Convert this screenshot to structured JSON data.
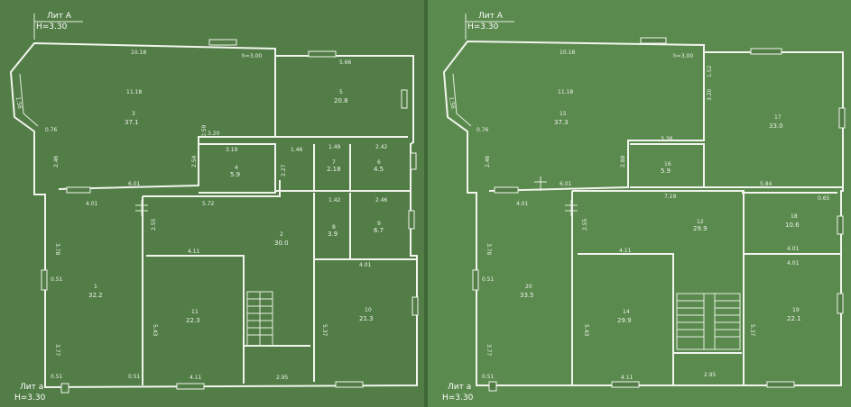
{
  "left_plan": {
    "lit_top": "Лит А",
    "h_top": "H=3.30",
    "lit_bottom": "Лит а",
    "h_bottom": "H=3.30",
    "dims": {
      "d1018": "10.18",
      "h300": "h=3.00",
      "d566": "5.66",
      "d156": "1.56",
      "d076": "0.76",
      "d246": "2.46",
      "d401a": "4.01",
      "d601": "6.01",
      "d320": "3.20",
      "d059": "0.59",
      "d319": "3.19",
      "d254": "2.54",
      "d146": "1.46",
      "d149": "1.49",
      "d242": "2.42",
      "d227": "2.27",
      "d572": "5.72",
      "d255": "2.55",
      "d411a": "4.11",
      "d142": "1.42",
      "d246b": "2.46",
      "d401b": "4.01",
      "d378": "3.78",
      "d051a": "0.51",
      "d377": "3.77",
      "d051b": "0.51",
      "d543": "5.43",
      "d411b": "4.11",
      "d295": "2.95",
      "d537": "5.37",
      "d051c": "0.51",
      "d118": "11.18"
    },
    "rooms": [
      {
        "num": "3",
        "area": "37.1"
      },
      {
        "num": "5",
        "area": "20.8"
      },
      {
        "num": "4",
        "area": "5.9"
      },
      {
        "num": "7",
        "area": "2.18"
      },
      {
        "num": "6",
        "area": "4.5"
      },
      {
        "num": "8",
        "area": "3.9"
      },
      {
        "num": "9",
        "area": "6.7"
      },
      {
        "num": "1",
        "area": "32.2"
      },
      {
        "num": "2",
        "area": "30.0"
      },
      {
        "num": "11",
        "area": "22.3"
      },
      {
        "num": "10",
        "area": "21.3"
      }
    ]
  },
  "right_plan": {
    "lit_top": "Лит А",
    "h_top": "H=3.30",
    "lit_bottom": "Лит а",
    "h_bottom": "H=3.30",
    "dims": {
      "d1018": "10.18",
      "h300": "h=3.00",
      "d1118": "11.18",
      "d076": "0.76",
      "d156": "1.56",
      "d246": "2.46",
      "d401a": "4.01",
      "d601": "6.01",
      "d338": "3.38",
      "d288": "2.88",
      "d584": "5.84",
      "d719": "7.19",
      "d065": "0.65",
      "d255": "2.55",
      "d411a": "4.11",
      "d401b": "4.01",
      "d401c": "4.01",
      "d378": "3.78",
      "d051a": "0.51",
      "d377": "3.77",
      "d051b": "0.51",
      "d543": "5.43",
      "d411b": "4.11",
      "d295": "2.95",
      "d537": "5.37",
      "d320": "3.20",
      "d152": "1.52"
    },
    "rooms": [
      {
        "num": "15",
        "area": "37.3"
      },
      {
        "num": "17",
        "area": "33.0"
      },
      {
        "num": "16",
        "area": "5.9"
      },
      {
        "num": "12",
        "area": "29.9"
      },
      {
        "num": "18",
        "area": "10.6"
      },
      {
        "num": "20",
        "area": "33.5"
      },
      {
        "num": "14",
        "area": "29.9"
      },
      {
        "num": "19",
        "area": "22.1"
      }
    ]
  }
}
